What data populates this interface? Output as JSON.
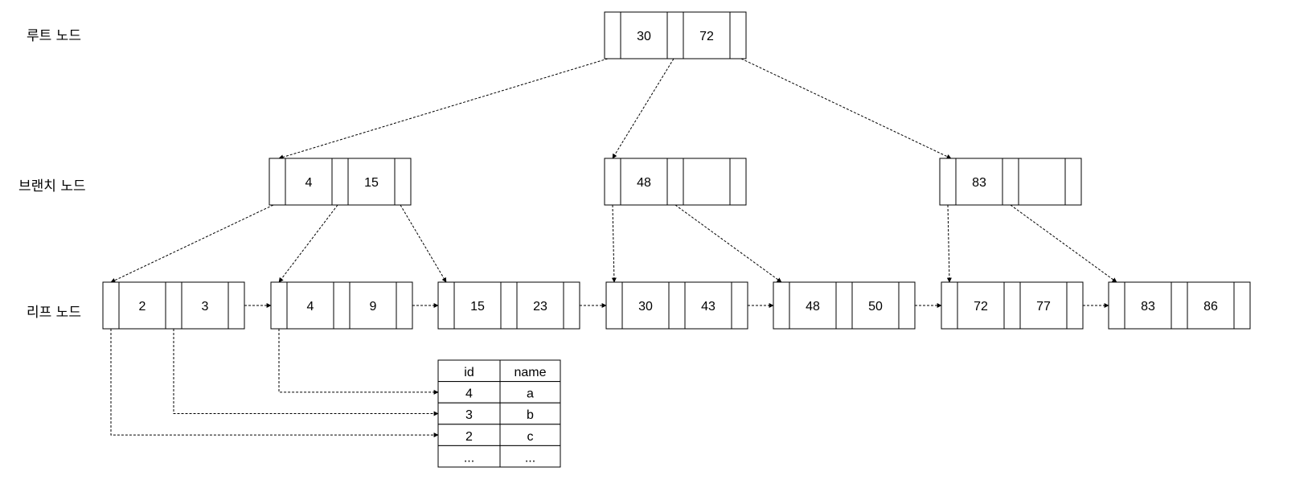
{
  "levels": {
    "root": "루트 노드",
    "branch": "브랜치 노드",
    "leaf": "리프 노드"
  },
  "root": {
    "keys": [
      "30",
      "72"
    ]
  },
  "branches": [
    {
      "id": "b1",
      "keys": [
        "4",
        "15"
      ]
    },
    {
      "id": "b2",
      "keys": [
        "48",
        ""
      ]
    },
    {
      "id": "b3",
      "keys": [
        "83",
        ""
      ]
    }
  ],
  "leaves": [
    {
      "id": "l1",
      "keys": [
        "2",
        "3"
      ]
    },
    {
      "id": "l2",
      "keys": [
        "4",
        "9"
      ]
    },
    {
      "id": "l3",
      "keys": [
        "15",
        "23"
      ]
    },
    {
      "id": "l4",
      "keys": [
        "30",
        "43"
      ]
    },
    {
      "id": "l5",
      "keys": [
        "48",
        "50"
      ]
    },
    {
      "id": "l6",
      "keys": [
        "72",
        "77"
      ]
    },
    {
      "id": "l7",
      "keys": [
        "83",
        "86"
      ]
    }
  ],
  "table": {
    "headers": [
      "id",
      "name"
    ],
    "rows": [
      [
        "4",
        "a"
      ],
      [
        "3",
        "b"
      ],
      [
        "2",
        "c"
      ],
      [
        "...",
        "..."
      ]
    ]
  }
}
